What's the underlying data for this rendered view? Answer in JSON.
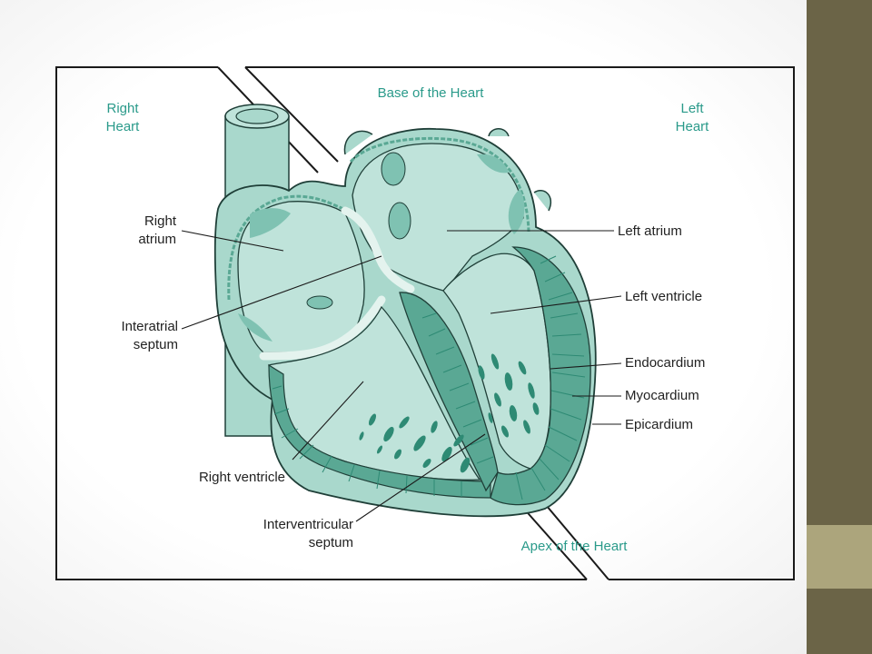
{
  "labels": {
    "right_heart": [
      "Right",
      "Heart"
    ],
    "left_heart": [
      "Left",
      "Heart"
    ],
    "base": "Base of the Heart",
    "apex": "Apex of the Heart",
    "right_atrium": [
      "Right",
      "atrium"
    ],
    "interatrial_septum": [
      "Interatrial",
      "septum"
    ],
    "right_ventricle": "Right ventricle",
    "interventricular_septum": [
      "Interventricular",
      "septum"
    ],
    "left_atrium": "Left atrium",
    "left_ventricle": "Left ventricle",
    "endocardium": "Endocardium",
    "myocardium": "Myocardium",
    "epicardium": "Epicardium"
  },
  "colors": {
    "heart_fill": "#a9d8cc",
    "chamber_fill": "#bfe3da",
    "myocardium": "#5aa894",
    "myocardium_dark": "#2e8a74",
    "outline": "#1f3f38",
    "label_teal": "#2a9a8a",
    "sidebar_dark": "#6b6447",
    "sidebar_light": "#aca57c"
  }
}
